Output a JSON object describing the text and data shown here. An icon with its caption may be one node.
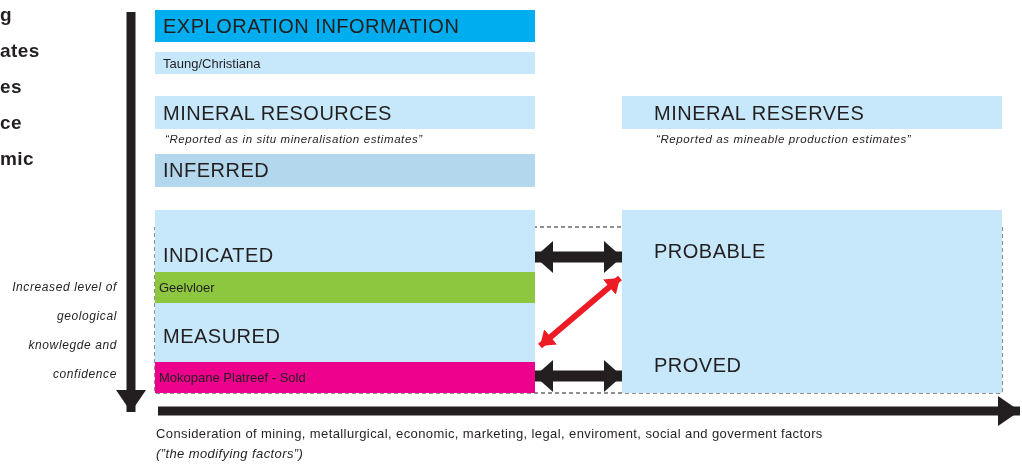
{
  "diagram": {
    "nodes": [
      {
        "text": [
          "EXPLORATION INFORMATION"
        ]
      },
      {
        "text": [
          "Taung/Christiana"
        ]
      },
      {
        "text": [
          "MINERAL RESOURCES"
        ],
        "beside": [
          "“Reported as in situ mineralisation estimates”"
        ]
      },
      {
        "text": [
          "MINERAL RESERVES"
        ],
        "beside": [
          "“Reported as mineable production estimates”"
        ]
      },
      {
        "text": [
          "INFERRED"
        ]
      },
      {
        "text": [
          "INDICATED"
        ]
      },
      {
        "text": [
          "Geelvloer"
        ],
        "in": 5
      },
      {
        "text": [
          "MEASURED"
        ]
      },
      {
        "text": [
          "Mokopane Platreef - Sold"
        ],
        "in": 7
      },
      {
        "text": [
          "PROBABLE"
        ]
      },
      {
        "text": [
          "PROVED"
        ]
      }
    ],
    "edges": [
      {
        "from": 5,
        "to": 9,
        "arrow": "both"
      },
      {
        "from": 7,
        "to": 9,
        "arrow": "both",
        "color": "#ed1c24"
      },
      {
        "from": 7,
        "to": 10,
        "arrow": "both"
      }
    ],
    "labels": [
      "g",
      "ates",
      "es",
      "ce",
      "mic",
      "Increased level of geological knowlegde and confidence",
      "Consideration of mining, metallurgical, economic, marketing, legal, enviroment, social and goverment factors",
      "(”the modifying factors”)"
    ]
  }
}
